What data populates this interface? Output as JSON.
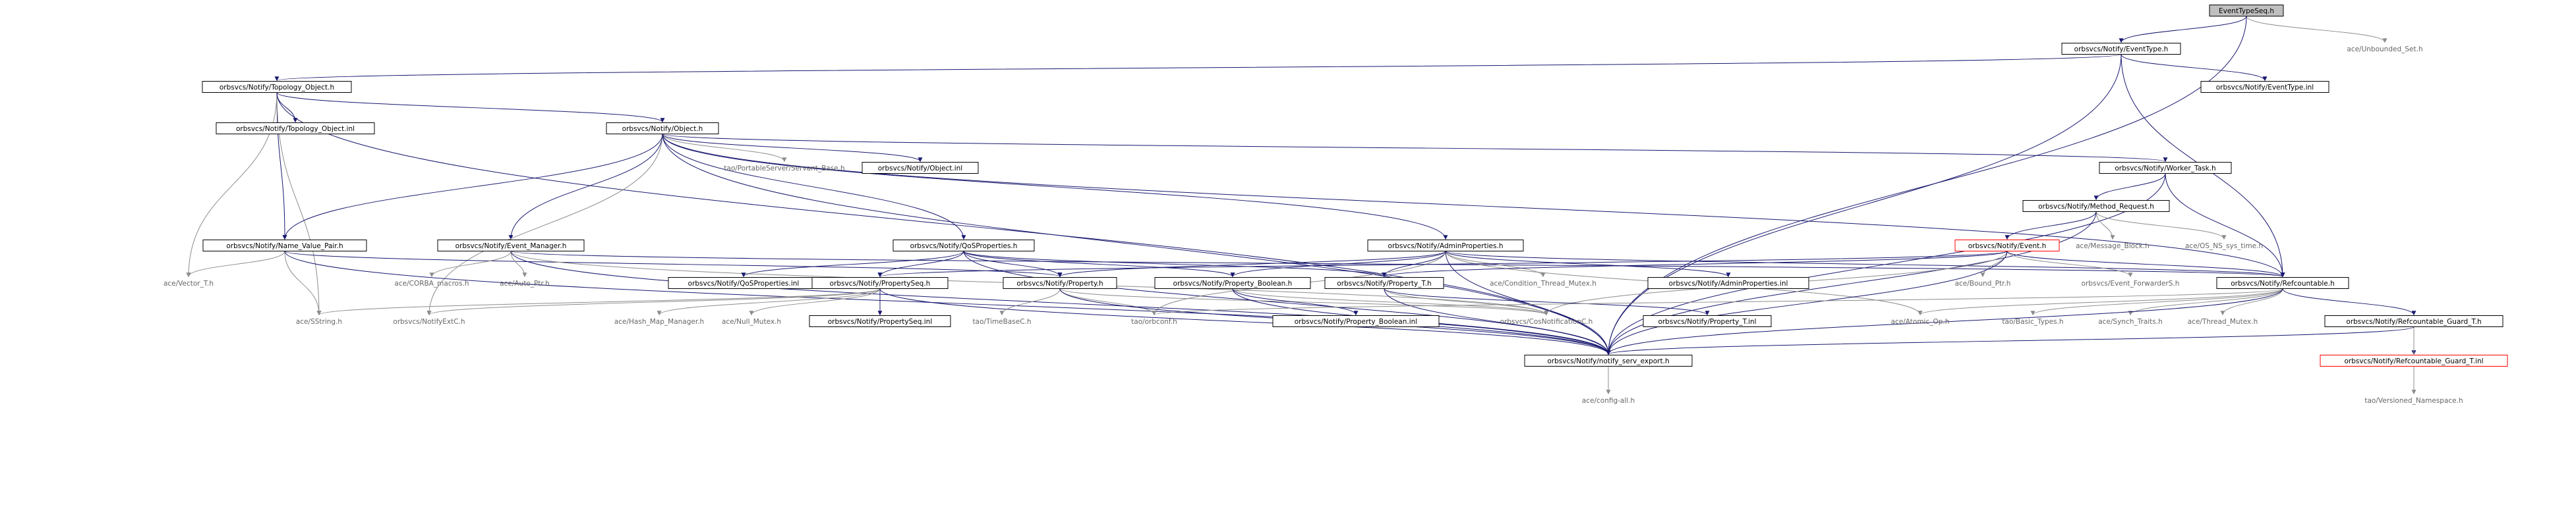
{
  "diagram": {
    "colors": {
      "edge_blue": "#191970",
      "edge_gray": "#8c8c8c",
      "box_border": "#000000",
      "text_gray": "#666666",
      "red_border": "#ff0000",
      "root_fill": "#bfbfbf"
    },
    "nodes": [
      {
        "id": "root",
        "label": "EventTypeSeq.h",
        "style": "root"
      },
      {
        "id": "eventtype_h",
        "label": "orbsvcs/Notify/EventType.h",
        "style": "box"
      },
      {
        "id": "unbounded_set",
        "label": "ace/Unbounded_Set.h",
        "style": "plain"
      },
      {
        "id": "topology_object_h",
        "label": "orbsvcs/Notify/Topology_Object.h",
        "style": "box"
      },
      {
        "id": "eventtype_inl",
        "label": "orbsvcs/Notify/EventType.inl",
        "style": "box"
      },
      {
        "id": "topology_object_inl",
        "label": "orbsvcs/Notify/Topology_Object.inl",
        "style": "box"
      },
      {
        "id": "object_h",
        "label": "orbsvcs/Notify/Object.h",
        "style": "box"
      },
      {
        "id": "portable_server",
        "label": "tao/PortableServer/Servant_Base.h",
        "style": "plain"
      },
      {
        "id": "object_inl",
        "label": "orbsvcs/Notify/Object.inl",
        "style": "box"
      },
      {
        "id": "worker_task",
        "label": "orbsvcs/Notify/Worker_Task.h",
        "style": "box"
      },
      {
        "id": "method_request",
        "label": "orbsvcs/Notify/Method_Request.h",
        "style": "box"
      },
      {
        "id": "name_value_pair",
        "label": "orbsvcs/Notify/Name_Value_Pair.h",
        "style": "box"
      },
      {
        "id": "event_manager",
        "label": "orbsvcs/Notify/Event_Manager.h",
        "style": "box"
      },
      {
        "id": "qos_properties",
        "label": "orbsvcs/Notify/QoSProperties.h",
        "style": "box"
      },
      {
        "id": "admin_properties",
        "label": "orbsvcs/Notify/AdminProperties.h",
        "style": "box"
      },
      {
        "id": "event_h",
        "label": "orbsvcs/Notify/Event.h",
        "style": "red"
      },
      {
        "id": "message_block",
        "label": "ace/Message_Block.h",
        "style": "plain"
      },
      {
        "id": "os_ns_sys_time",
        "label": "ace/OS_NS_sys_time.h",
        "style": "plain"
      },
      {
        "id": "vector_t",
        "label": "ace/Vector_T.h",
        "style": "plain"
      },
      {
        "id": "corba_macros",
        "label": "ace/CORBA_macros.h",
        "style": "plain"
      },
      {
        "id": "auto_ptr",
        "label": "ace/Auto_Ptr.h",
        "style": "plain"
      },
      {
        "id": "qos_properties_inl",
        "label": "orbsvcs/Notify/QoSProperties.inl",
        "style": "box"
      },
      {
        "id": "property_seq",
        "label": "orbsvcs/Notify/PropertySeq.h",
        "style": "box"
      },
      {
        "id": "property_h",
        "label": "orbsvcs/Notify/Property.h",
        "style": "box"
      },
      {
        "id": "property_boolean",
        "label": "orbsvcs/Notify/Property_Boolean.h",
        "style": "box"
      },
      {
        "id": "property_t",
        "label": "orbsvcs/Notify/Property_T.h",
        "style": "box"
      },
      {
        "id": "condition_thread_mutex",
        "label": "ace/Condition_Thread_Mutex.h",
        "style": "plain"
      },
      {
        "id": "admin_properties_inl",
        "label": "orbsvcs/Notify/AdminProperties.inl",
        "style": "box"
      },
      {
        "id": "bound_ptr",
        "label": "ace/Bound_Ptr.h",
        "style": "plain"
      },
      {
        "id": "event_forwarders",
        "label": "orbsvcs/Event_ForwarderS.h",
        "style": "plain"
      },
      {
        "id": "refcountable",
        "label": "orbsvcs/Notify/Refcountable.h",
        "style": "box"
      },
      {
        "id": "sstring",
        "label": "ace/SString.h",
        "style": "plain"
      },
      {
        "id": "notify_ext_c",
        "label": "orbsvcs/NotifyExtC.h",
        "style": "plain"
      },
      {
        "id": "hash_map_manager",
        "label": "ace/Hash_Map_Manager.h",
        "style": "plain"
      },
      {
        "id": "null_mutex",
        "label": "ace/Null_Mutex.h",
        "style": "plain"
      },
      {
        "id": "property_seq_inl",
        "label": "orbsvcs/Notify/PropertySeq.inl",
        "style": "box"
      },
      {
        "id": "time_base_c",
        "label": "tao/TimeBaseC.h",
        "style": "plain"
      },
      {
        "id": "orbconf",
        "label": "tao/orbconf.h",
        "style": "plain"
      },
      {
        "id": "property_boolean_inl",
        "label": "orbsvcs/Notify/Property_Boolean.inl",
        "style": "box"
      },
      {
        "id": "cos_notification_c",
        "label": "orbsvcs/CosNotificationC.h",
        "style": "plain"
      },
      {
        "id": "property_t_inl",
        "label": "orbsvcs/Notify/Property_T.inl",
        "style": "box"
      },
      {
        "id": "atomic_op",
        "label": "ace/Atomic_Op.h",
        "style": "plain"
      },
      {
        "id": "basic_types",
        "label": "tao/Basic_Types.h",
        "style": "plain"
      },
      {
        "id": "synch_traits",
        "label": "ace/Synch_Traits.h",
        "style": "plain"
      },
      {
        "id": "thread_mutex",
        "label": "ace/Thread_Mutex.h",
        "style": "plain"
      },
      {
        "id": "refcountable_guard_t",
        "label": "orbsvcs/Notify/Refcountable_Guard_T.h",
        "style": "box"
      },
      {
        "id": "notify_serv_export",
        "label": "orbsvcs/Notify/notify_serv_export.h",
        "style": "box"
      },
      {
        "id": "refcountable_guard_t_inl",
        "label": "orbsvcs/Notify/Refcountable_Guard_T.inl",
        "style": "red"
      },
      {
        "id": "versioned_namespace",
        "label": "tao/Versioned_Namespace.h",
        "style": "plain"
      },
      {
        "id": "config_all",
        "label": "ace/config-all.h",
        "style": "plain"
      }
    ]
  }
}
